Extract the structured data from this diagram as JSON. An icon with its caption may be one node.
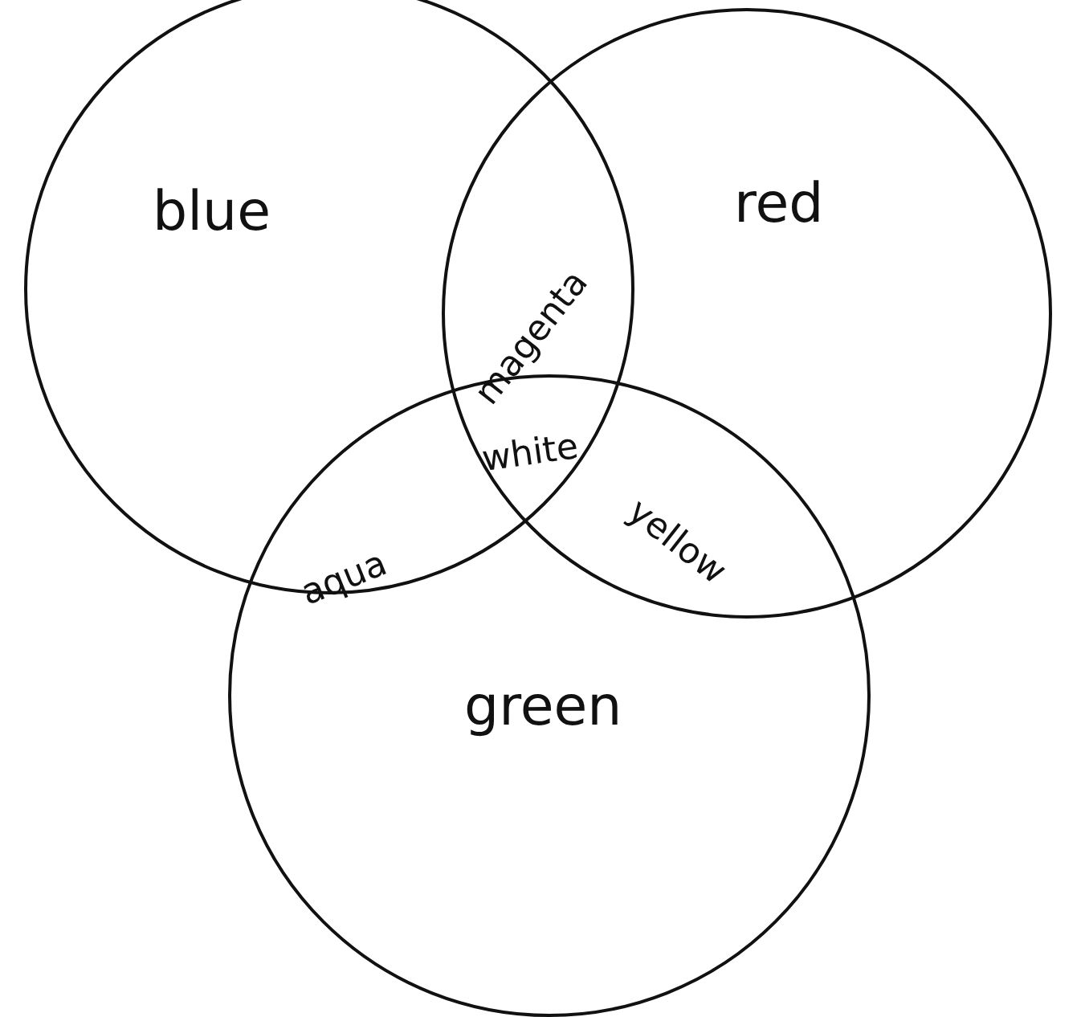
{
  "diagram": {
    "nodes": [
      {
        "text": [
          "blue"
        ]
      },
      {
        "text": [
          "red"
        ]
      },
      {
        "text": [
          "green"
        ]
      }
    ],
    "labels": [
      "magenta",
      "white",
      "aqua",
      "yellow"
    ]
  }
}
